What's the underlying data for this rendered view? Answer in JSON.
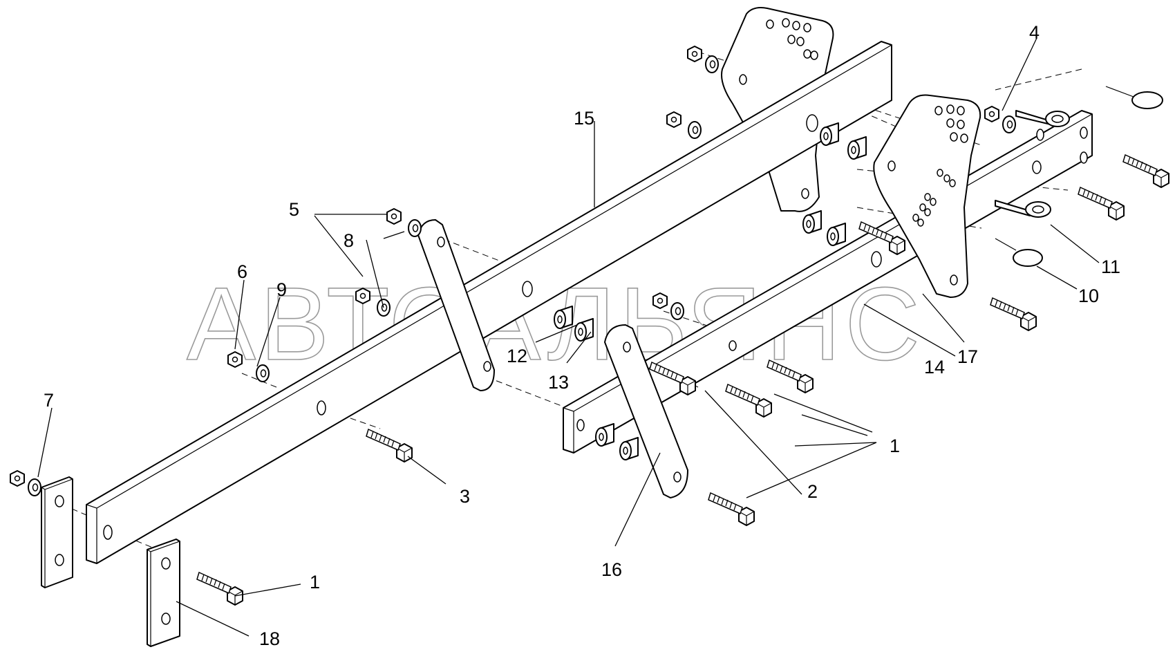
{
  "watermark": "АВТОАЛЬЯНС",
  "labels": {
    "l1a": "1",
    "l1b": "1",
    "l2": "2",
    "l3": "3",
    "l4": "4",
    "l5": "5",
    "l6": "6",
    "l7": "7",
    "l8": "8",
    "l9": "9",
    "l10": "10",
    "l11": "11",
    "l12": "12",
    "l13": "13",
    "l14": "14",
    "l15": "15",
    "l16": "16",
    "l17": "17",
    "l18": "18"
  },
  "icons": {
    "bolt": "hex-bolt-icon",
    "nut": "hex-nut-icon",
    "washer": "washer-icon",
    "bushing": "bushing-icon",
    "pin": "lynch-pin-icon"
  }
}
